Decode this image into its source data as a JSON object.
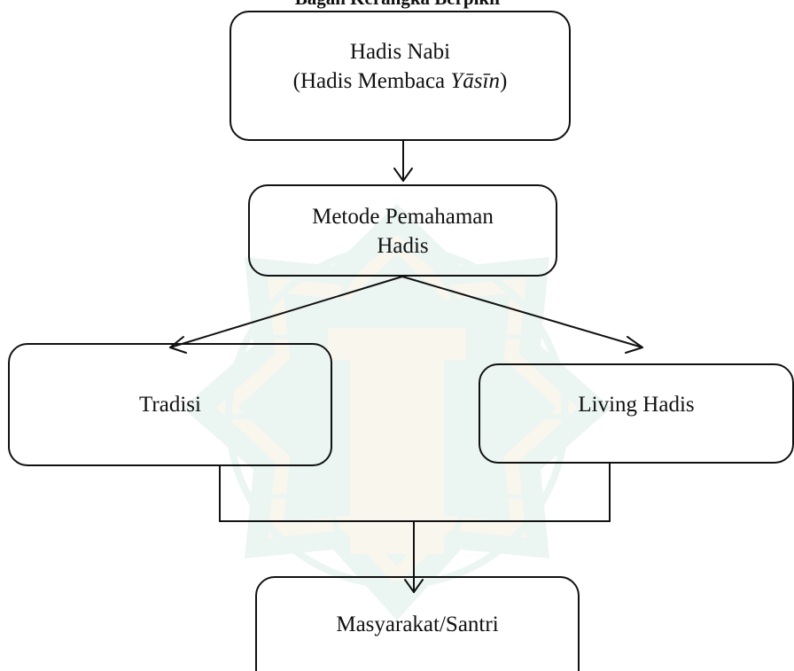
{
  "diagram": {
    "title": "Bagan Kerangka Berpikir",
    "nodes": {
      "hadis_nabi": {
        "line1": "Hadis Nabi",
        "line2_prefix": "(Hadis Membaca ",
        "line2_italic": "Yāsīn",
        "line2_suffix": ")"
      },
      "metode": {
        "line1": "Metode Pemahaman",
        "line2": "Hadis"
      },
      "tradisi": {
        "label": "Tradisi"
      },
      "living": {
        "label": "Living Hadis"
      },
      "masyarakat": {
        "label": "Masyarakat/Santri"
      }
    },
    "edges": [
      {
        "from": "Hadis Nabi",
        "to": "Metode Pemahaman Hadis"
      },
      {
        "from": "Metode Pemahaman Hadis",
        "to": "Tradisi"
      },
      {
        "from": "Metode Pemahaman Hadis",
        "to": "Living Hadis"
      },
      {
        "from": "Tradisi",
        "to": "Masyarakat/Santri"
      },
      {
        "from": "Living Hadis",
        "to": "Masyarakat/Santri"
      }
    ]
  },
  "colors": {
    "line": "#111111",
    "watermark_green": "#2f9b79",
    "watermark_gold": "#c9a24a"
  }
}
